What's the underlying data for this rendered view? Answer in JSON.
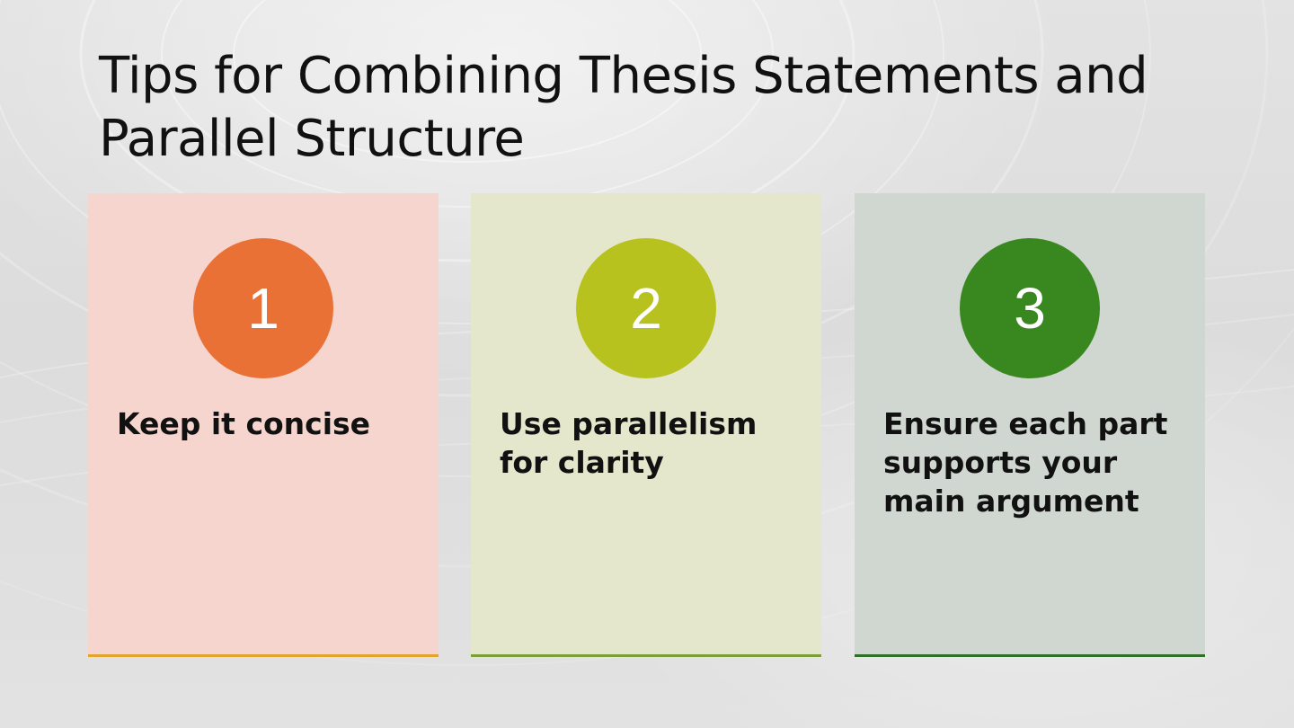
{
  "slide": {
    "title": "Tips for Combining Thesis Statements and Parallel Structure"
  },
  "cards": [
    {
      "number": "1",
      "text": "Keep it concise",
      "circle_color": "#ea7135",
      "card_color": "#f6d5ce",
      "accent_color": "#e2a42a"
    },
    {
      "number": "2",
      "text": "Use parallelism for clarity",
      "circle_color": "#b8c21f",
      "card_color": "#e4e7cc",
      "accent_color": "#7ba03a"
    },
    {
      "number": "3",
      "text": "Ensure each part supports your main argument",
      "circle_color": "#38871f",
      "card_color": "#cfd7d0",
      "accent_color": "#2f6f2a"
    }
  ]
}
